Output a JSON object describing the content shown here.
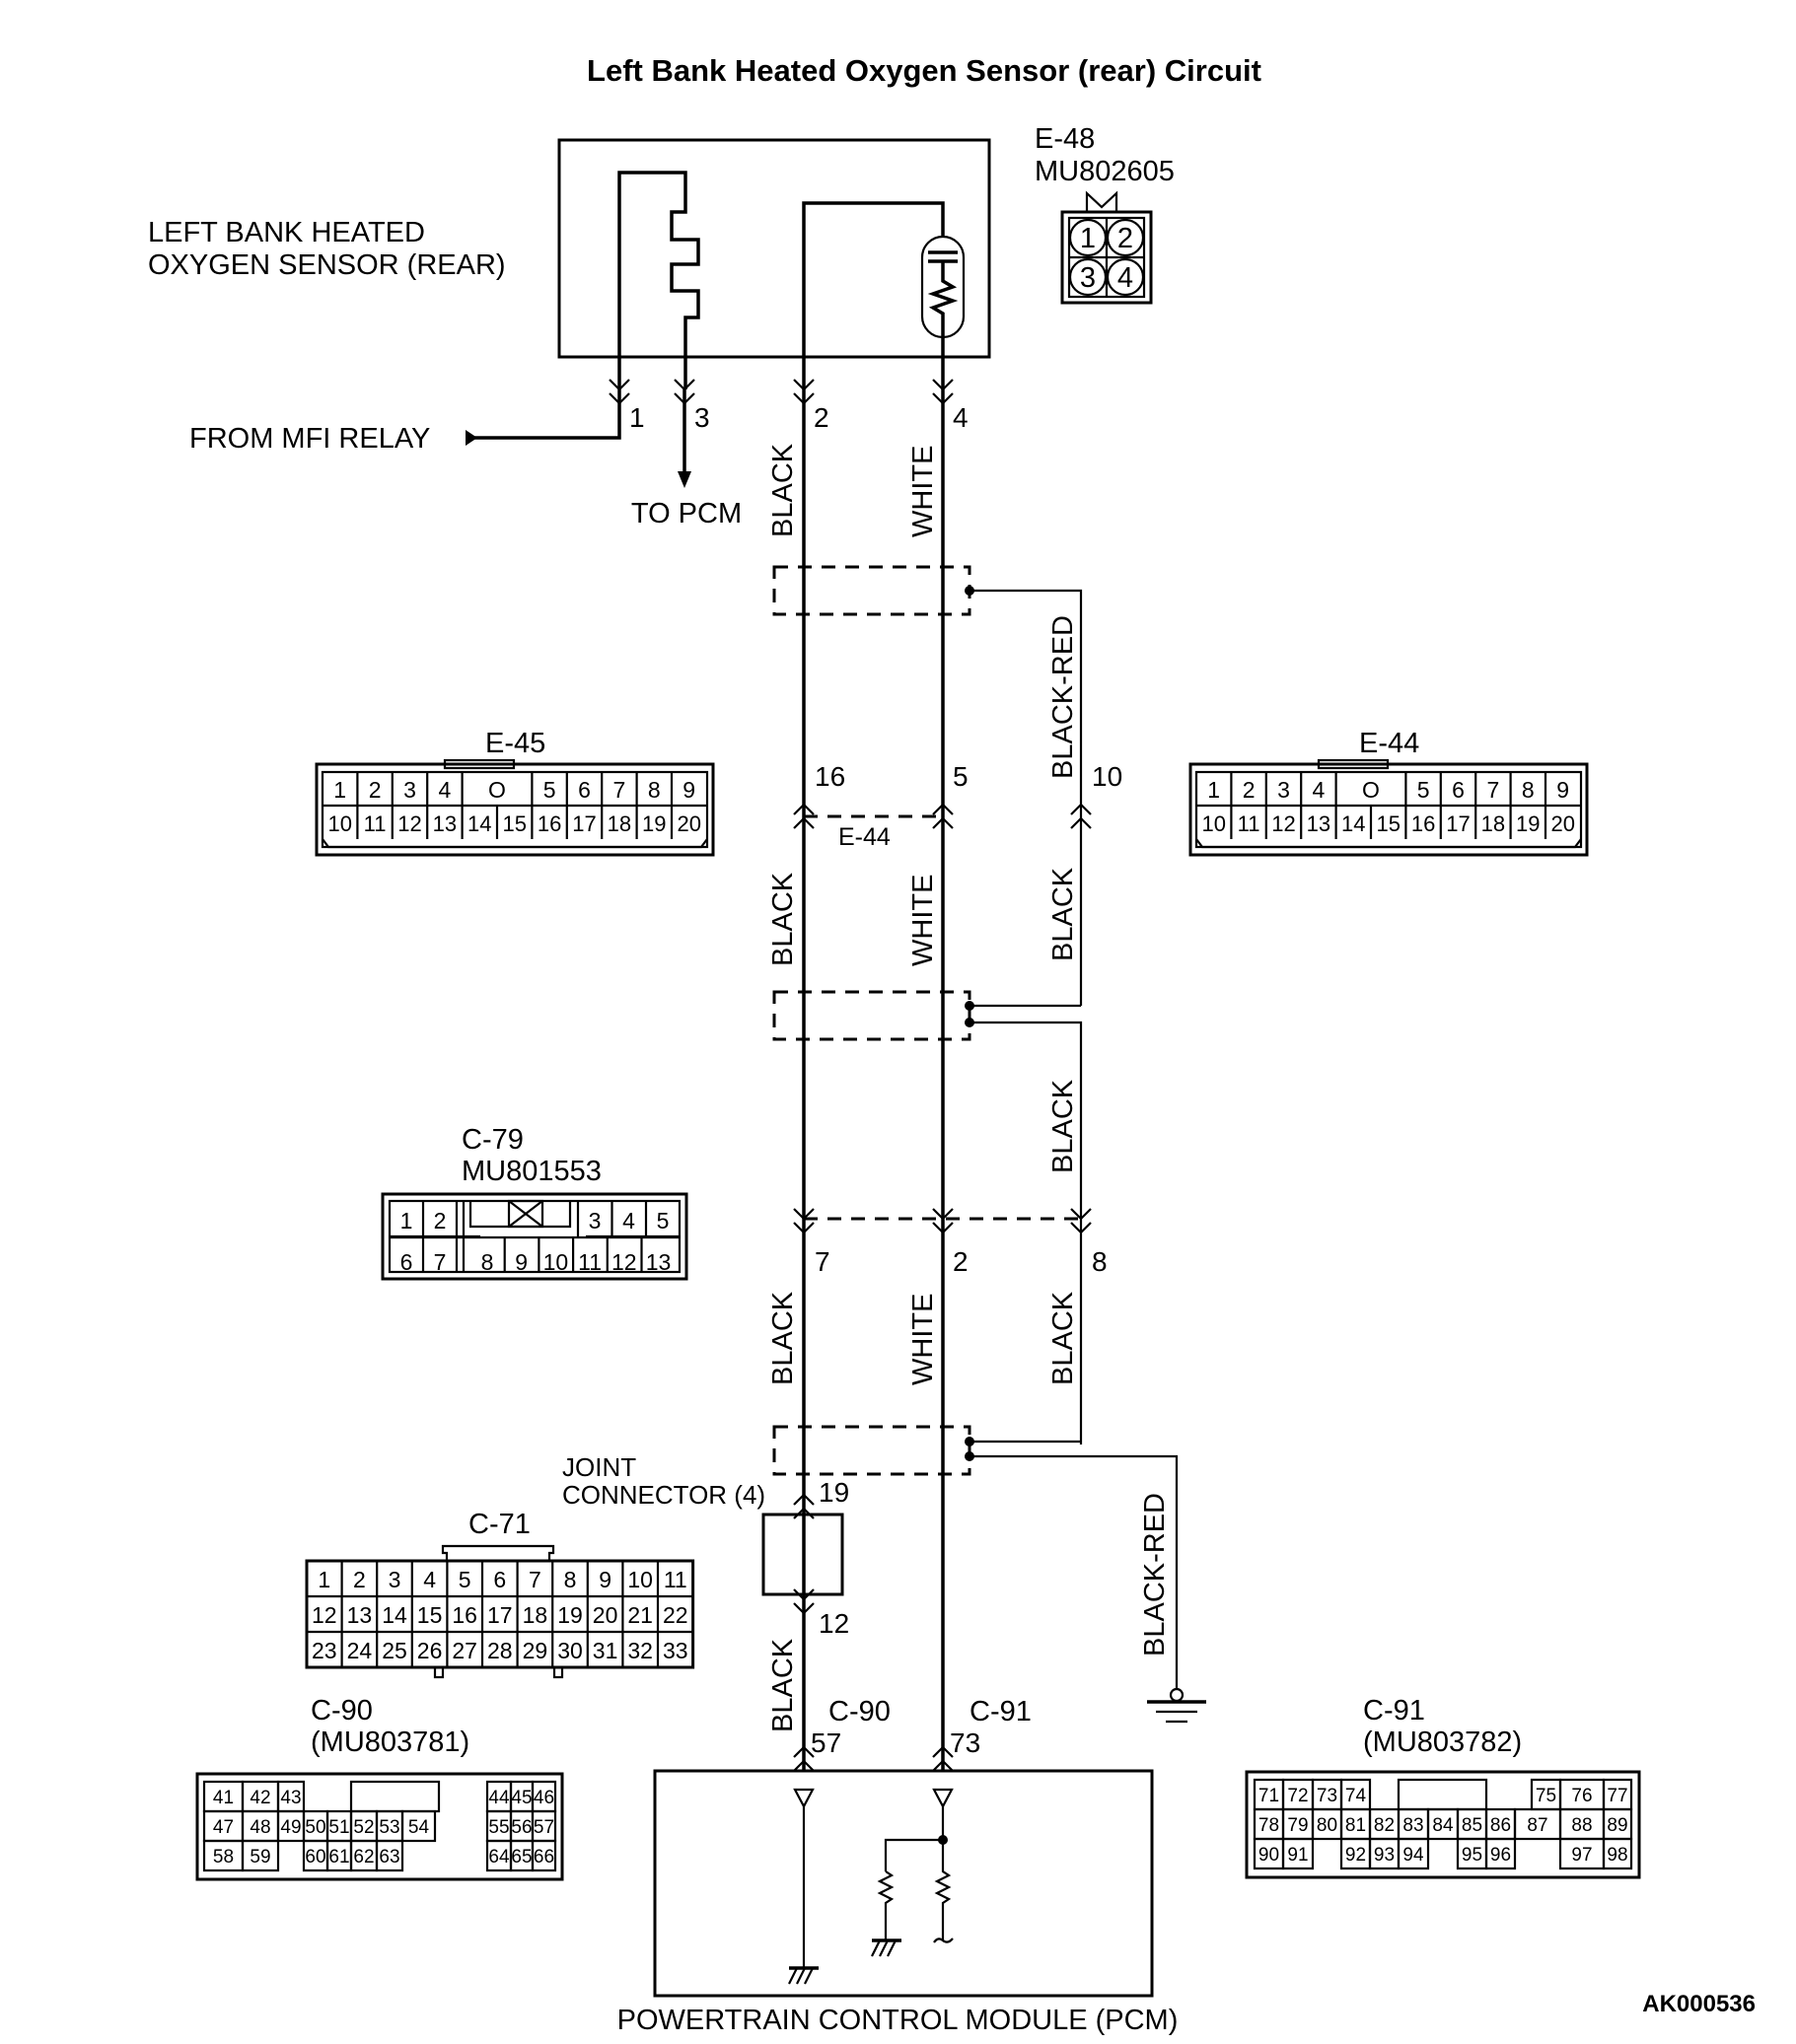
{
  "title": "Left Bank Heated Oxygen Sensor (rear) Circuit",
  "figure_code": "AK000536",
  "sensor": {
    "label_line1": "LEFT BANK HEATED",
    "label_line2": "OXYGEN SENSOR (REAR)",
    "connector": "E-48",
    "part": "MU802605",
    "pins": [
      "1",
      "2",
      "3",
      "4"
    ]
  },
  "sensor_pins": {
    "p1": "1",
    "p3": "3",
    "p2": "2",
    "p4": "4"
  },
  "labels": {
    "from_mfi": "FROM MFI RELAY",
    "to_pcm": "TO PCM",
    "joint1": "JOINT",
    "joint2": "CONNECTOR (4)",
    "pcm": "POWERTRAIN CONTROL MODULE (PCM)",
    "e44_mid": "E-44",
    "c90_wire": "C-90",
    "c91_wire": "C-91"
  },
  "wire_colors": {
    "black": "BLACK",
    "white": "WHITE",
    "black_red": "BLACK-RED"
  },
  "pin_numbers": {
    "e44_16": "16",
    "e44_5": "5",
    "e44_10": "10",
    "c79_7": "7",
    "c79_2": "2",
    "c79_8": "8",
    "jc_19": "19",
    "jc_12": "12",
    "pcm_57": "57",
    "pcm_73": "73"
  },
  "connectors": {
    "e45": {
      "name": "E-45",
      "row1": [
        "1",
        "2",
        "3",
        "4",
        "O",
        "5",
        "6",
        "7",
        "8",
        "9"
      ],
      "row2": [
        "10",
        "11",
        "12",
        "13",
        "14",
        "15",
        "16",
        "17",
        "18",
        "19",
        "20"
      ]
    },
    "e44": {
      "name": "E-44",
      "row1": [
        "1",
        "2",
        "3",
        "4",
        "O",
        "5",
        "6",
        "7",
        "8",
        "9"
      ],
      "row2": [
        "10",
        "11",
        "12",
        "13",
        "14",
        "15",
        "16",
        "17",
        "18",
        "19",
        "20"
      ]
    },
    "c79": {
      "name": "C-79",
      "part": "MU801553",
      "row1": [
        "1",
        "2",
        "3",
        "4",
        "5"
      ],
      "row2": [
        "6",
        "7",
        "8",
        "9",
        "10",
        "11",
        "12",
        "13"
      ]
    },
    "c71": {
      "name": "C-71",
      "row1": [
        "1",
        "2",
        "3",
        "4",
        "5",
        "6",
        "7",
        "8",
        "9",
        "10",
        "11"
      ],
      "row2": [
        "12",
        "13",
        "14",
        "15",
        "16",
        "17",
        "18",
        "19",
        "20",
        "21",
        "22"
      ],
      "row3": [
        "23",
        "24",
        "25",
        "26",
        "27",
        "28",
        "29",
        "30",
        "31",
        "32",
        "33"
      ]
    },
    "c90": {
      "name": "C-90",
      "part": "(MU803781)",
      "row1": [
        "41",
        "42",
        "43",
        "44",
        "45",
        "46"
      ],
      "row2": [
        "47",
        "48",
        "49",
        "50",
        "51",
        "52",
        "53",
        "54",
        "55",
        "56",
        "57"
      ],
      "row3": [
        "58",
        "59",
        "60",
        "61",
        "62",
        "63",
        "64",
        "65",
        "66"
      ]
    },
    "c91": {
      "name": "C-91",
      "part": "(MU803782)",
      "row1": [
        "71",
        "72",
        "73",
        "74",
        "75",
        "76",
        "77"
      ],
      "row2": [
        "78",
        "79",
        "80",
        "81",
        "82",
        "83",
        "84",
        "85",
        "86",
        "87",
        "88",
        "89"
      ],
      "row3": [
        "90",
        "91",
        "92",
        "93",
        "94",
        "95",
        "96",
        "97",
        "98"
      ]
    }
  }
}
